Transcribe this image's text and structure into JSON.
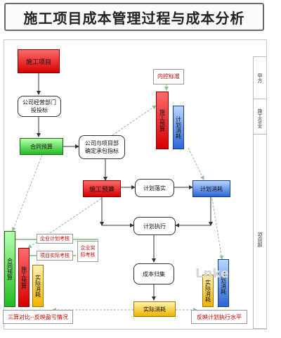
{
  "title": "施工项目成本管理过程与成本分析",
  "boxes": {
    "project": "施工项目",
    "company_dept": "公司经营部门\n投投标",
    "contract_budget": "合同预算",
    "company_project_dept": "公司与项目部\n确定承包指标",
    "internal_standard": "内控标准",
    "construction_budget_top": "施工预算",
    "plan_consume_top": "计划消耗",
    "construction_budget_mid": "施工预算",
    "plan_implement": "计划落实",
    "plan_consume_mid": "计划消耗",
    "plan_execute": "计划执行",
    "cost_collect": "成本归集",
    "actual_consume": "实际消耗",
    "contract_budget_v": "合同预算",
    "construction_budget_v": "施工预算",
    "actual_consume_v1": "实际消耗",
    "actual_consume_v2": "实际消耗",
    "plan_consume_v": "计划消耗",
    "company_plan_exam": "企业计划考核",
    "project_actual_exam": "项目实际考核",
    "company_actual_exam": "企业实\n际考核"
  },
  "captions": {
    "left_bottom": "三算对比--反映盈亏情况",
    "right_bottom": "反映计划执行水平"
  },
  "sidebar": [
    "甲方",
    "施工企业",
    "项目部"
  ],
  "watermark": "Lnke"
}
